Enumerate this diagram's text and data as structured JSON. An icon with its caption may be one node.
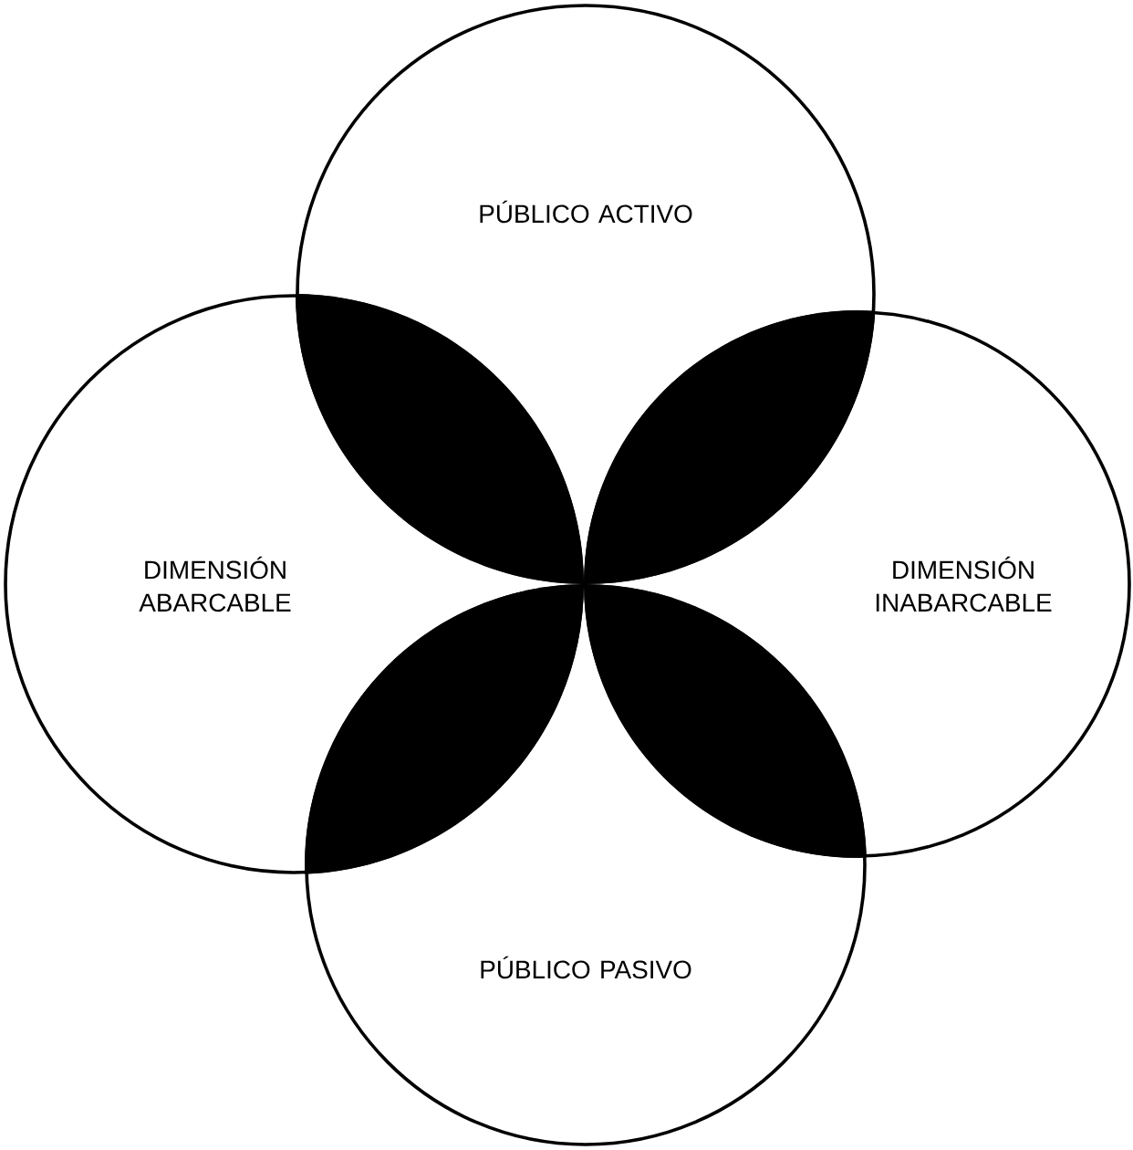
{
  "diagram": {
    "nodes": [
      {
        "text": [
          "PÚBLICO ACTIVO"
        ]
      },
      {
        "text": [
          "DIMENSIÓN ABARCABLE"
        ]
      },
      {
        "text": [
          "DIMENSIÓN INABARCABLE"
        ]
      },
      {
        "text": [
          "PÚBLICO PASIVO"
        ]
      }
    ]
  }
}
